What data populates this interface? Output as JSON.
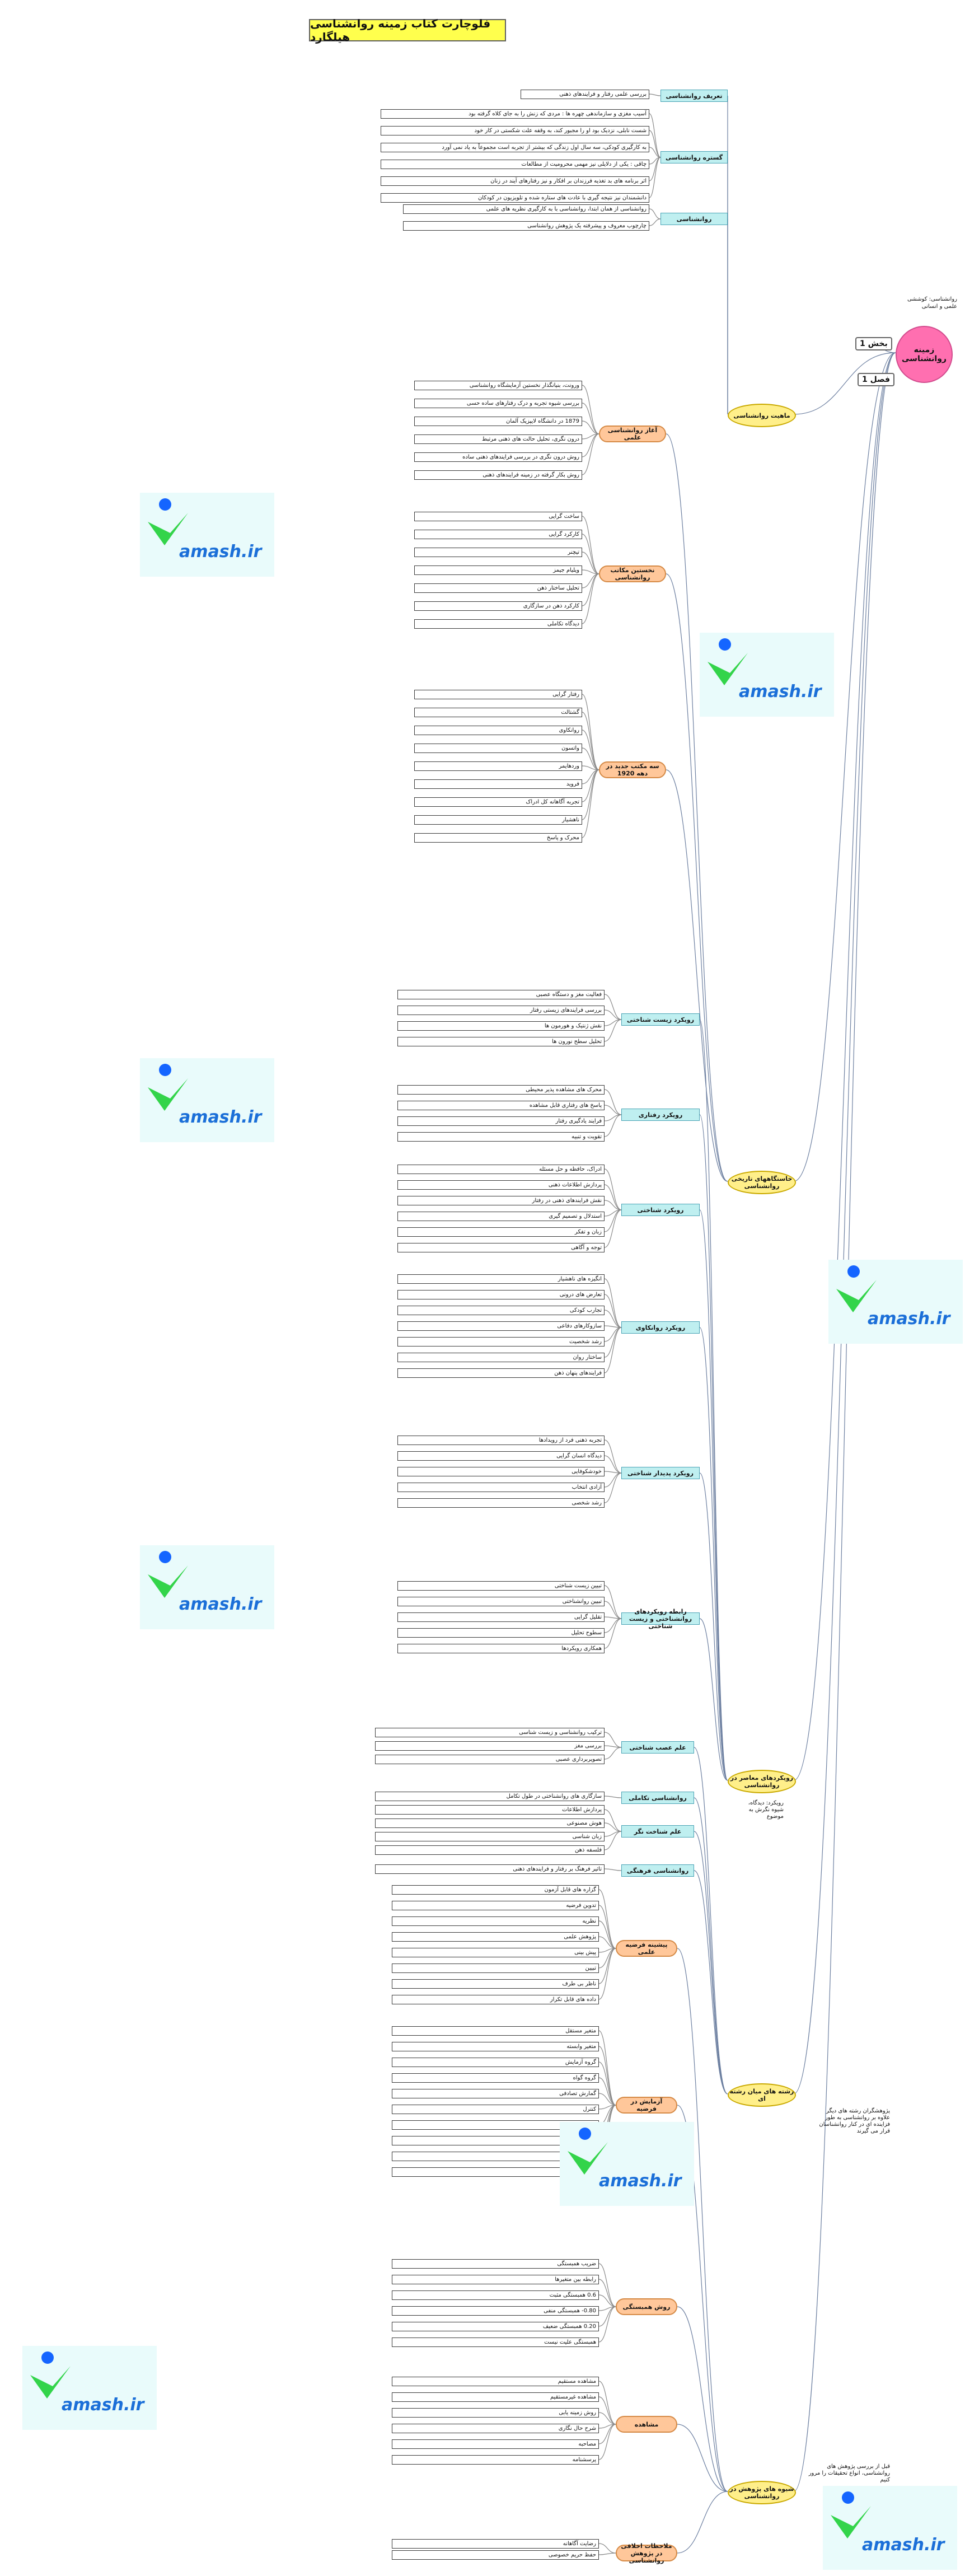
{
  "title": "فلوچارت کتاب زمینه روانشناسی هیلگارد",
  "root": "زمینه روانشناسی",
  "parts": {
    "part_one": "بخش 1",
    "chapter_one": "فصل 1"
  },
  "root_note": "روانشناسی: کوششی علمی و انسانی",
  "watermark": "amash.ir",
  "chapters": [
    {
      "id": "c1",
      "label": "ماهیت روانشناسی"
    },
    {
      "id": "c2",
      "label": "خاستگاههای تاریخی روانشناسی"
    },
    {
      "id": "c3",
      "label": "رویکردهای معاصر در روانشناسی"
    },
    {
      "id": "c4",
      "label": "رشته های میان رشته ای"
    },
    {
      "id": "c5",
      "label": "شیوه های پژوهش در روانشناسی"
    }
  ],
  "c3_note": "رویکرد: دیدگاه، شیوه نگرش به موضوع",
  "c4_note": "پژوهشگران رشته های دیگر علاوه بر روانشناسی به طور فزاینده ای در کنار روانشناسان قرار می گیرند",
  "c5_note": "قبل از بررسی پژوهش های روانشناسی، انواع تحقیقات را مرور کنیم",
  "c1_branches": [
    {
      "label": "تعریف روانشناسی",
      "leaves": [
        "بررسی علمی رفتار و فرایندهای ذهنی"
      ]
    },
    {
      "label": "گستره روانشناسی",
      "leaves": [
        "آسیب مغزی و سازماندهی چهره ها : مردی که زنش را به جای کلاه گرفته بود",
        "شست نابلی، نزدیک بود او را مجبور کند، به وقفه علت شکستی در کار خود",
        "به کارگیری کودکی، سه سال اول زندگی که بیشتر از تجربه است مجموعاً به یاد نمی آورد",
        "چاقی : یکی از دلایلی نیز مهمی محرومیت از مطالعات",
        "اثر برنامه های بد تغذیه فرزندان بر افکار و نیز رفتارهای آیند در زنان",
        "دانشمندان نیز نتیجه گیری با عادت های ستاره شده و تلویزیون در کودکان"
      ]
    },
    {
      "label": "روانشناسی",
      "leaves": [
        "روانشناسی از همان ابتدا، روانشناسی با به کارگیری نظریه های علمی",
        "چارچوب معروف و پیشرفته یک پژوهش روانشناسی"
      ]
    }
  ],
  "c2_topics": [
    {
      "label": "آغاز روانشناسی علمی",
      "leaves": [
        "ورونت، بنیانگذار نخستین آزمایشگاه روانشناسی",
        "بررسی شیوه تجربه و درک رفتارهای ساده حسی",
        "1879 در دانشگاه لایپزیک آلمان",
        "درون نگری، تحلیل حالت های ذهنی مرتبط",
        "روش درون نگری در بررسی فرایندهای ذهنی ساده",
        "روش بکار گرفته در زمینه فرایندهای ذهنی"
      ]
    },
    {
      "label": "نخستین مکاتب روانشناسی",
      "leaves": [
        "ساخت گرایی",
        "کارکرد گرایی",
        "تیچنر",
        "ویلیام جیمز",
        "تحلیل ساختار ذهن",
        "کارکرد ذهن در سازگاری",
        "دیدگاه تکاملی"
      ]
    },
    {
      "label": "سه مکتب جدید در دهه 1920",
      "leaves": [
        "رفتار گرایی",
        "گشتالت",
        "روانکاوی",
        "واتسون",
        "وردهایمر",
        "فروید",
        "تجربه آگاهانه کل ادراک",
        "ناهشیار",
        "محرک و پاسخ"
      ]
    }
  ],
  "c3_approaches": [
    {
      "label": "رویکرد زیست شناختی",
      "leaves": [
        "فعالیت مغز و دستگاه عصبی",
        "بررسی فرایندهای زیستی رفتار",
        "نقش ژنتیک و هورمون ها",
        "تحلیل سطح نورون ها"
      ]
    },
    {
      "label": "رویکرد رفتاری",
      "leaves": [
        "محرک های مشاهده پذیر محیطی",
        "پاسخ های رفتاری قابل مشاهده",
        "فرایند یادگیری رفتار",
        "تقویت و تنبیه"
      ]
    },
    {
      "label": "رویکرد شناختی",
      "leaves": [
        "ادراک، حافظه و حل مسئله",
        "پردازش اطلاعات ذهنی",
        "نقش فرایندهای ذهنی در رفتار",
        "استدلال و تصمیم گیری",
        "زبان و تفکر",
        "توجه و آگاهی"
      ]
    },
    {
      "label": "رویکرد روانکاوی",
      "leaves": [
        "انگیزه های ناهشیار",
        "تعارض های درونی",
        "تجارب کودکی",
        "سازوکارهای دفاعی",
        "رشد شخصیت",
        "ساختار روان",
        "فرایندهای پنهان ذهن"
      ]
    },
    {
      "label": "رویکرد پدیدار شناختی",
      "leaves": [
        "تجربه ذهنی فرد از رویدادها",
        "دیدگاه انسان گرایی",
        "خودشکوفایی",
        "آزادی انتخاب",
        "رشد شخصی"
      ]
    },
    {
      "label": "رابطه رویکردهای روانشناختی و زیست شناختی",
      "leaves": [
        "تبیین زیست شناختی",
        "تبیین روانشناختی",
        "تقلیل گرایی",
        "سطوح تحلیل",
        "همکاری رویکردها"
      ]
    }
  ],
  "c4_fields": [
    {
      "label": "علم عصب شناختی",
      "leaves": [
        "ترکیب روانشناسی و زیست شناسی",
        "بررسی مغز",
        "تصویربرداری عصبی"
      ]
    },
    {
      "label": "روانشناسی تکاملی",
      "leaves": [
        "سازگاری های روانشناختی در طول تکامل"
      ]
    },
    {
      "label": "علم شناخت نگر",
      "leaves": [
        "پردازش اطلاعات",
        "هوش مصنوعی",
        "زبان شناسی",
        "فلسفه ذهن"
      ]
    },
    {
      "label": "روانشناسی فرهنگی",
      "leaves": [
        "تاثیر فرهنگ بر رفتار و فرایندهای ذهنی"
      ]
    }
  ],
  "c5_methods": [
    {
      "label": "پیشینه فرضیه علمی",
      "leaves": [
        "گزاره های قابل آزمون",
        "تدوین فرضیه",
        "نظریه",
        "پژوهش علمی",
        "پیش بینی",
        "تبیین",
        "ناظر بی طرف",
        "داده های قابل تکرار"
      ]
    },
    {
      "label": "آزمایش در فرضیه",
      "leaves": [
        "متغیر مستقل",
        "متغیر وابسته",
        "گروه آزمایش",
        "گروه گواه",
        "گمارش تصادفی",
        "کنترل",
        "دستکاری",
        "اندازه گیری",
        "اثر دارونما",
        "نمونه"
      ]
    },
    {
      "label": "روش همبستگی",
      "leaves": [
        "ضریب همبستگی",
        "رابطه بین متغیرها",
        "0.6 همبستگی مثبت",
        "0.80- همبستگی منفی",
        "0.20 همبستگی ضعیف",
        "همبستگی علیت نیست"
      ]
    },
    {
      "label": "مشاهده",
      "leaves": [
        "مشاهده مستقیم",
        "مشاهده غیرمستقیم",
        "روش زمینه یابی",
        "شرح حال نگاری",
        "مصاحبه",
        "پرسشنامه"
      ]
    },
    {
      "label": "ملاحظات اخلاقی در پژوهش روانشناسی",
      "leaves": [
        "رضایت آگاهانه",
        "حفظ حریم خصوصی"
      ]
    }
  ]
}
